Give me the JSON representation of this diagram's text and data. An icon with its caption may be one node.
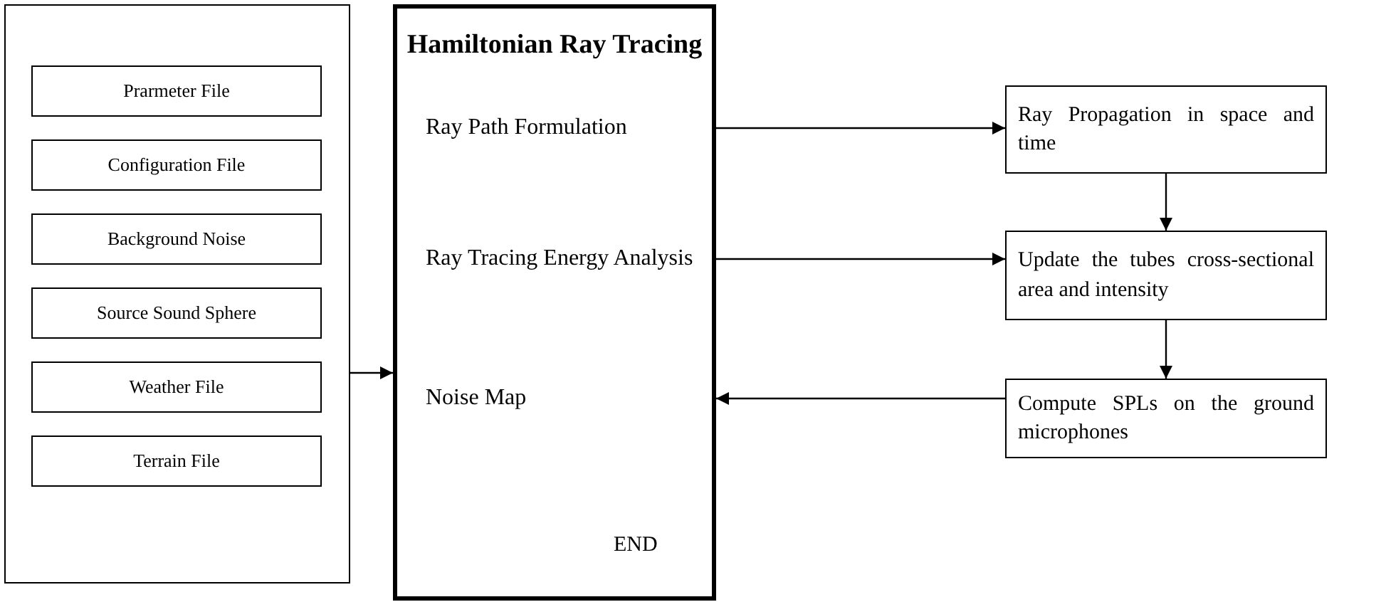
{
  "diagram": {
    "nodes": [
      {
        "text": [],
        "shape": "box"
      },
      {
        "text": [
          "Prarmeter File"
        ],
        "in": 0
      },
      {
        "text": [
          "Configuration File"
        ],
        "in": 0
      },
      {
        "text": [
          "Background Noise"
        ],
        "in": 0
      },
      {
        "text": [
          "Source Sound Sphere"
        ],
        "in": 0
      },
      {
        "text": [
          "Weather File"
        ],
        "in": 0
      },
      {
        "text": [
          "Terrain File"
        ],
        "in": 0
      },
      {
        "text": [
          "Hamiltonian Ray Tracing"
        ]
      },
      {
        "text": [
          "Ray Path Formulation"
        ],
        "in": 7
      },
      {
        "text": [
          "Ray Tracing Energy Analysis"
        ],
        "in": 7
      },
      {
        "text": [
          "Noise Map"
        ],
        "in": 7
      },
      {
        "text": [
          "Ray Propagation in space and time"
        ]
      },
      {
        "text": [
          "Update the tubes cross-sectional area and intensity"
        ]
      },
      {
        "text": [
          "Compute SPLs on the ground microphones"
        ]
      }
    ],
    "edges": [
      {
        "from": 0,
        "to": 7,
        "arrow": "to"
      },
      {
        "from": 8,
        "to": 11,
        "arrow": "to"
      },
      {
        "from": 9,
        "to": 12,
        "arrow": "to"
      },
      {
        "from": 11,
        "to": 12,
        "arrow": "to"
      },
      {
        "from": 12,
        "to": 13,
        "arrow": "to"
      },
      {
        "from": 13,
        "to": 7,
        "arrow": "to"
      }
    ],
    "labels": [
      "END"
    ]
  }
}
